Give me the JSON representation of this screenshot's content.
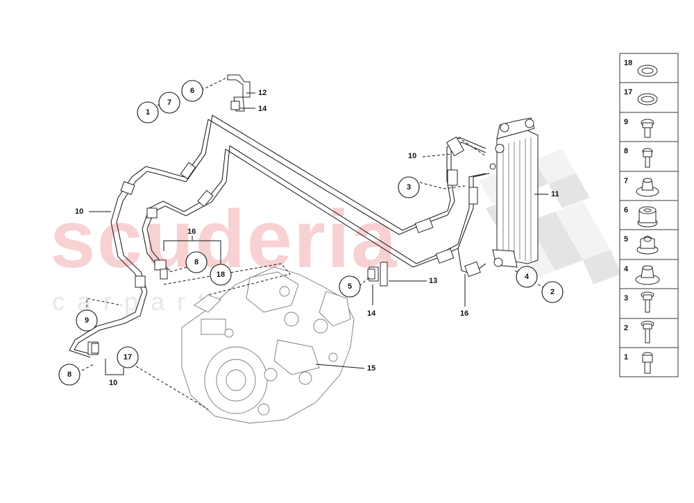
{
  "watermark": {
    "main": "scuderia",
    "sub": "c a r p a r t s"
  },
  "callouts": {
    "c1": "1",
    "c7": "7",
    "c6": "6",
    "c3": "3",
    "c8a": "8",
    "c18": "18",
    "c9": "9",
    "c8b": "8",
    "c17": "17",
    "c5": "5",
    "c4": "4",
    "c2": "2"
  },
  "labels": {
    "l12": "12",
    "l14a": "14",
    "l10a": "10",
    "l16a": "16",
    "l10b": "10",
    "l11": "11",
    "l13": "13",
    "l14b": "14",
    "l16b": "16",
    "l15": "15",
    "l10c": "10"
  },
  "legend": [
    "18",
    "17",
    "9",
    "8",
    "7",
    "6",
    "5",
    "4",
    "3",
    "2",
    "1"
  ]
}
